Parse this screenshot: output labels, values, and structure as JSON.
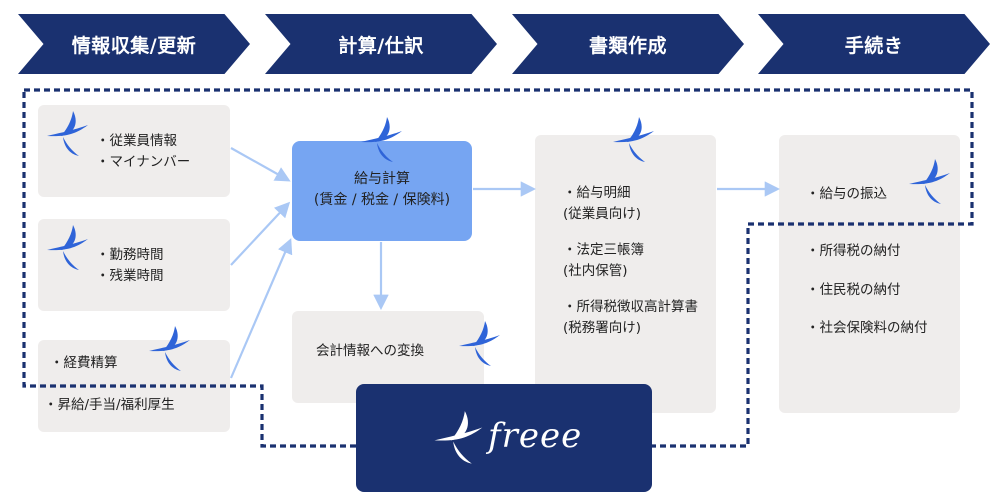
{
  "stages": [
    {
      "label": "情報収集/更新"
    },
    {
      "label": "計算/仕訳"
    },
    {
      "label": "書類作成"
    },
    {
      "label": "手続き"
    }
  ],
  "inputs": {
    "employee": [
      "・従業員情報",
      "・マイナンバー"
    ],
    "attendance": [
      "・勤務時間",
      "・残業時間"
    ],
    "expense": "・経費精算",
    "raise": "・昇給/手当/福利厚生"
  },
  "payroll": {
    "line1": "給与計算",
    "line2": "(賃金 / 税金 / 保険料)"
  },
  "accounting": "会計情報への変換",
  "documents": [
    {
      "line1": "・給与明細",
      "line2": "(従業員向け)"
    },
    {
      "line1": "・法定三帳簿",
      "line2": "(社内保管)"
    },
    {
      "line1": "・所得税徴収高計算書",
      "line2": "(税務署向け)"
    }
  ],
  "procedures": {
    "transfer": "・給与の振込",
    "others": [
      "・所得税の納付",
      "・住民税の納付",
      "・社会保険料の納付"
    ]
  },
  "brand": {
    "name": "freee",
    "navy": "#1a3170",
    "bird_blue": "#2f64d8",
    "payroll_box": "#76a5f2",
    "arrow": "#aac8f5"
  }
}
